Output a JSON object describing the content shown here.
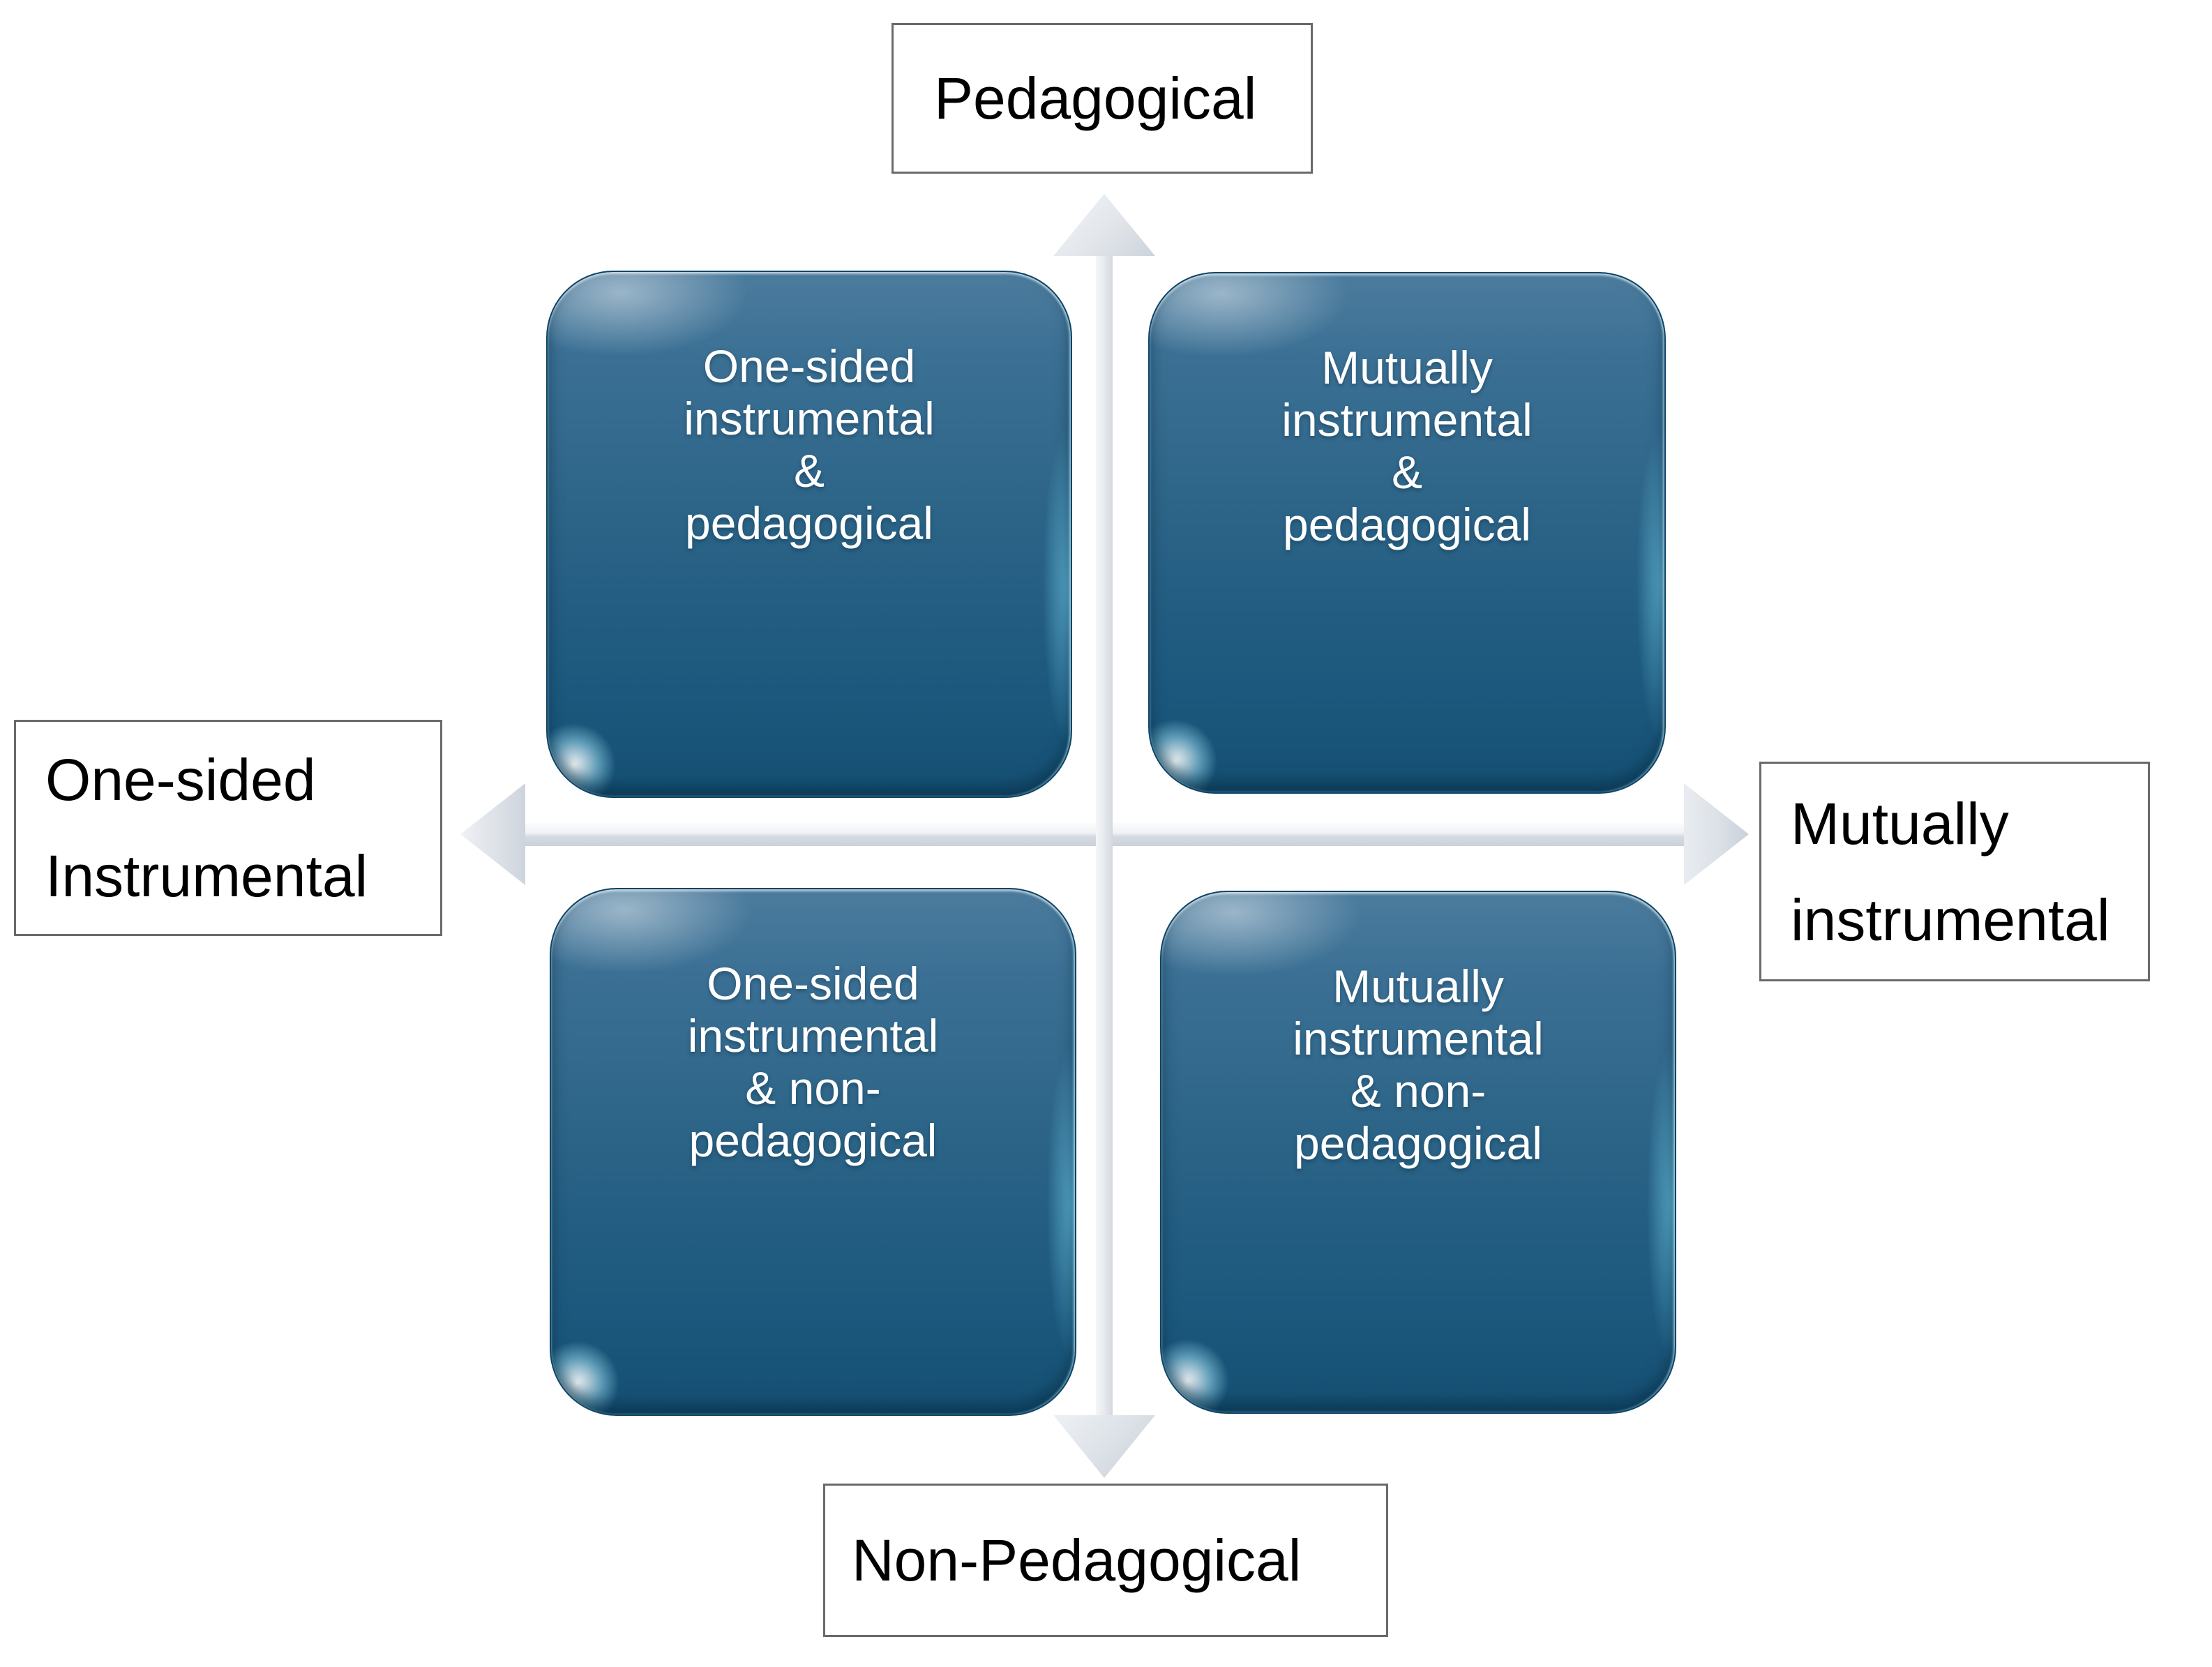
{
  "axis_labels": {
    "top": "Pedagogical",
    "bottom": "Non-Pedagogical",
    "left": {
      "line1": "One-sided",
      "line2": "Instrumental"
    },
    "right": {
      "line1": "Mutually",
      "line2": "instrumental"
    }
  },
  "quadrants": {
    "top_left": {
      "line1": "One-sided",
      "line2": "instrumental",
      "line3": "&",
      "line4": "pedagogical"
    },
    "top_right": {
      "line1": "Mutually",
      "line2": "instrumental",
      "line3": "&",
      "line4": "pedagogical"
    },
    "bottom_left": {
      "line1": "One-sided",
      "line2": "instrumental",
      "line3": "& non-",
      "line4": "pedagogical"
    },
    "bottom_right": {
      "line1": "Mutually",
      "line2": "instrumental",
      "line3": "& non-",
      "line4": "pedagogical"
    }
  },
  "icons": {
    "up_arrow": "up-arrow-icon",
    "down_arrow": "down-arrow-icon",
    "left_arrow": "left-arrow-icon",
    "right_arrow": "right-arrow-icon"
  },
  "colors": {
    "background": "#ffffff",
    "quadrant_blue_top": "#4c7c9e",
    "quadrant_blue_bottom": "#155073",
    "quadrant_border": "#0d4568",
    "quadrant_text": "#ffffff",
    "gloss_highlight": "#aaebff",
    "label_box_border": "#6a6a6a",
    "label_text": "#000000",
    "arrow_gray": "#dde2e8",
    "arrow_gray_light": "#f4f6f8"
  }
}
